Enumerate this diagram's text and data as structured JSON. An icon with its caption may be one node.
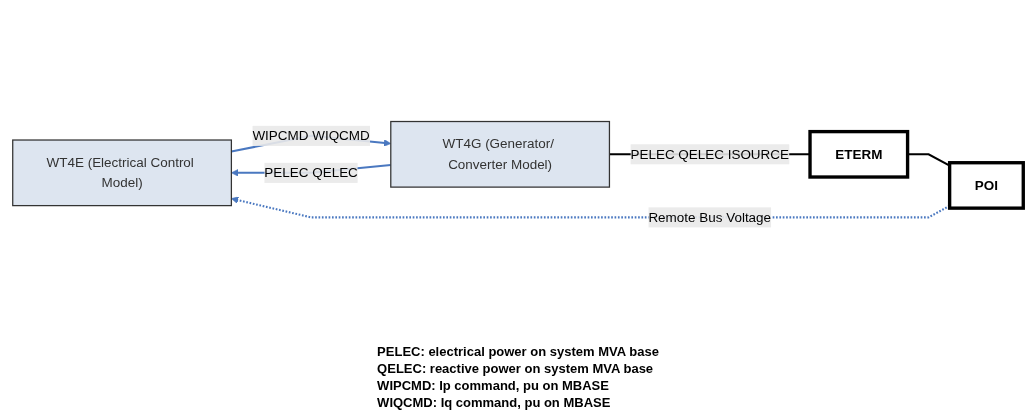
{
  "diagram": {
    "nodes": [
      {
        "text": [
          "WT4E (Electrical Control Model)"
        ]
      },
      {
        "text": [
          "WT4G (Generator/ Converter Model)"
        ]
      },
      {
        "text": [
          "ETERM"
        ]
      },
      {
        "text": [
          "POI"
        ]
      }
    ],
    "edges": [
      {
        "from": 3,
        "to": 0,
        "arrow": "to",
        "label": "Remote Bus Voltage",
        "style": "dashed"
      },
      {
        "from": 0,
        "to": 1,
        "arrow": "to",
        "label": "WIPCMD WIQCMD"
      },
      {
        "from": 1,
        "to": 0,
        "arrow": "to",
        "label": "PELEC QELEC"
      },
      {
        "from": 1,
        "to": 2,
        "arrow": "none",
        "label": "PELEC QELEC ISOURCE",
        "color": "#000000"
      },
      {
        "from": 2,
        "to": 3,
        "arrow": "none",
        "color": "#000000"
      }
    ],
    "labels": [
      "PELEC: electrical power on system MVA base",
      "QELEC: reactive power on system MVA base",
      "WIPCMD: Ip command, pu on MBASE",
      "WIQCMD: Iq command, pu on MBASE"
    ]
  }
}
